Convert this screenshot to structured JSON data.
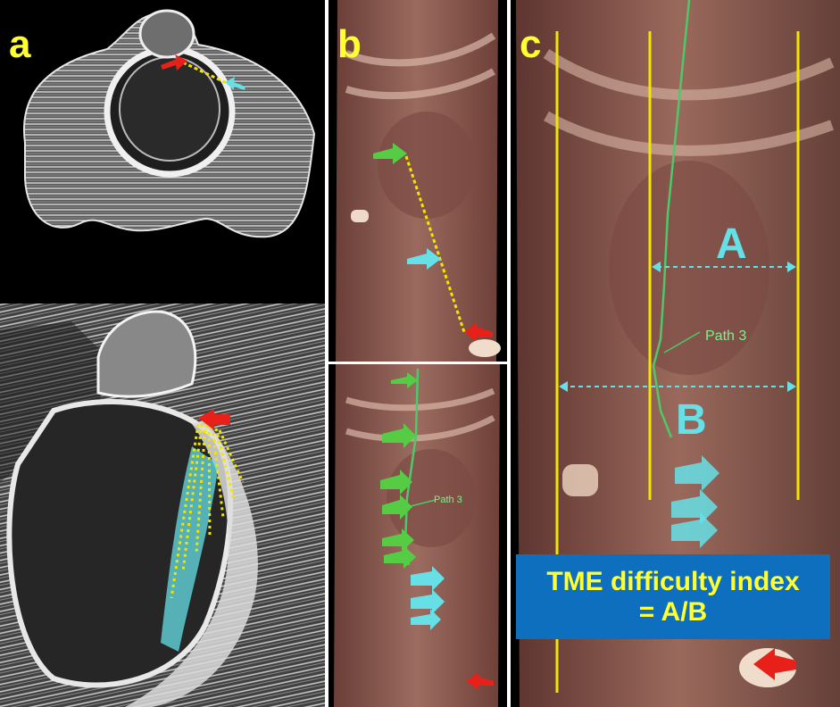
{
  "panels": {
    "a": {
      "label": "a"
    },
    "b": {
      "label": "b",
      "path_label": "Path 3"
    },
    "c": {
      "label": "c",
      "path_label": "Path 3",
      "label_A": "A",
      "label_B": "B"
    }
  },
  "tme_box": {
    "line1": "TME difficulty index",
    "line2": "= A/B"
  },
  "colors": {
    "label": "#ffff33",
    "yellow_line": "#f2e600",
    "cyan_arrow": "#66e0e6",
    "green_arrow": "#55cc44",
    "red_arrow": "#e8201a",
    "green_path": "#4fc86a",
    "box_bg": "#0f6fbf"
  }
}
